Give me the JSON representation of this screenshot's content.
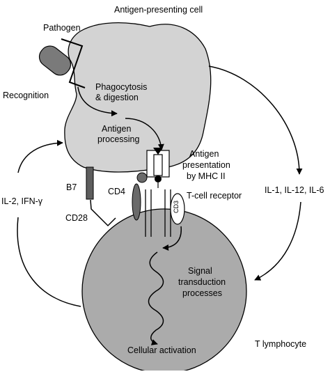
{
  "labels": {
    "apc_title": "Antigen-presenting cell",
    "pathogen": "Pathogen",
    "recognition": "Recognition",
    "phagocytosis_line1": "Phagocytosis",
    "phagocytosis_line2": "& digestion",
    "antigen_processing_line1": "Antigen",
    "antigen_processing_line2": "processing",
    "antigen_presentation_line1": "Antigen",
    "antigen_presentation_line2": "presentation",
    "antigen_presentation_line3": "by MHC II",
    "b7": "B7",
    "cd4": "CD4",
    "cd28": "CD28",
    "tcell_receptor": "T-cell receptor",
    "cd3": "CD3",
    "il_cytokines": "IL-1, IL-12, IL-6",
    "il2_ifn": "IL-2, IFN-γ",
    "signal_line1": "Signal",
    "signal_line2": "transduction",
    "signal_line3": "processes",
    "cellular_activation": "Cellular activation",
    "t_lymphocyte": "T lymphocyte"
  },
  "colors": {
    "apc_fill": "#d3d3d3",
    "tcell_fill": "#ababab",
    "pathogen_fill": "#7a7a7a",
    "b7_fill": "#5e5e5e",
    "cd4_fill": "#6a6a6a",
    "line": "#000000"
  }
}
